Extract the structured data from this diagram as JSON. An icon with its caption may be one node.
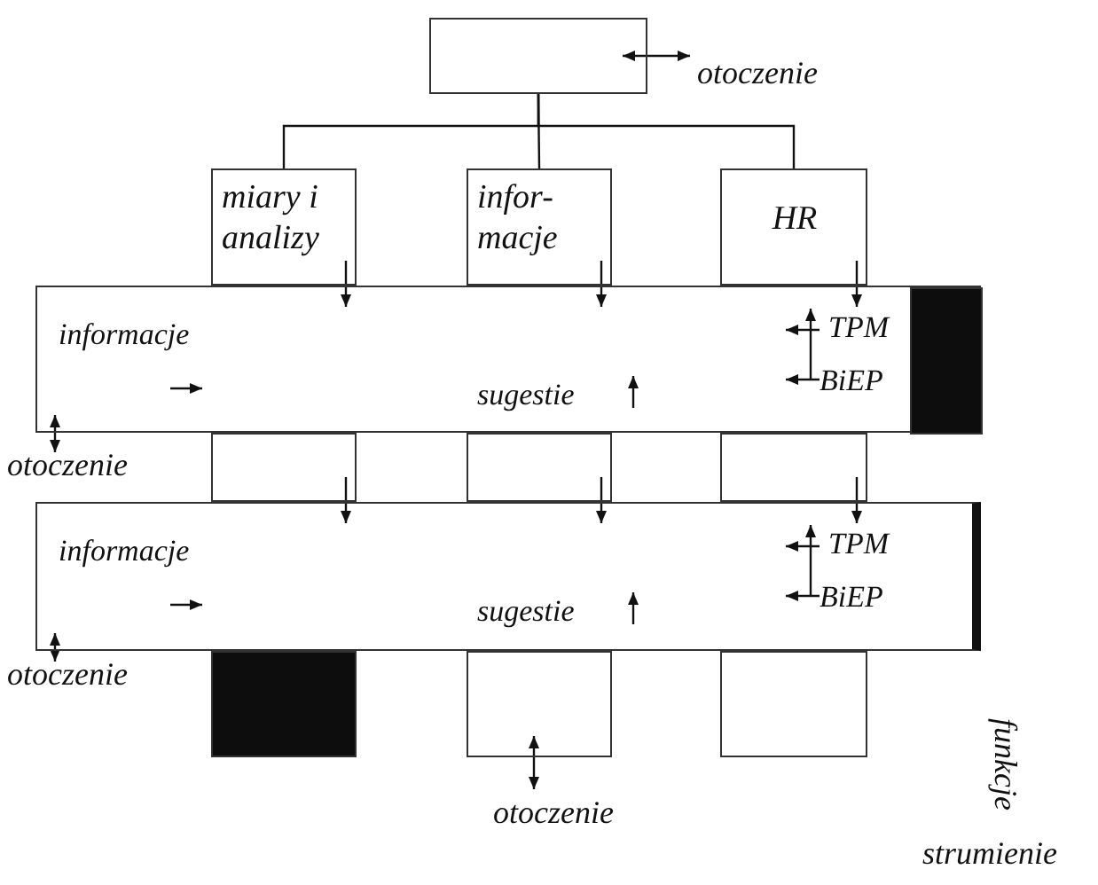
{
  "diagram": {
    "nodes": [
      {
        "text": [],
        "shape": "box"
      },
      {
        "text": [
          "otoczenie"
        ]
      },
      {
        "text": [
          "miary i analizy"
        ]
      },
      {
        "text": [
          "infor- macje"
        ]
      },
      {
        "text": [
          "HR"
        ]
      },
      {
        "text": [
          "informacje",
          "sugestie",
          "TPM",
          "BiEP"
        ]
      },
      {
        "text": [],
        "shape": "bar",
        "in": 5
      },
      {
        "text": [
          "otoczenie"
        ]
      },
      {
        "text": [],
        "shape": "box"
      },
      {
        "text": [],
        "shape": "box"
      },
      {
        "text": [],
        "shape": "box"
      },
      {
        "text": [
          "informacje",
          "sugestie",
          "TPM",
          "BiEP"
        ]
      },
      {
        "text": [
          "otoczenie"
        ]
      },
      {
        "text": [],
        "shape": "bar"
      },
      {
        "text": [],
        "shape": "box"
      },
      {
        "text": [],
        "shape": "box"
      },
      {
        "text": [
          "otoczenie"
        ]
      }
    ],
    "edges": [
      {
        "from": 0,
        "to": 1,
        "arrow": "both"
      },
      {
        "from": 0,
        "to": 2,
        "arrow": "none"
      },
      {
        "from": 0,
        "to": 3,
        "arrow": "none"
      },
      {
        "from": 0,
        "to": 4,
        "arrow": "none"
      },
      {
        "from": 2,
        "to": 5,
        "arrow": "to"
      },
      {
        "from": 3,
        "to": 5,
        "arrow": "to"
      },
      {
        "from": 4,
        "to": 5,
        "arrow": "to"
      },
      {
        "from": 5,
        "to": 7,
        "arrow": "both"
      },
      {
        "from": 8,
        "to": 11,
        "arrow": "to"
      },
      {
        "from": 9,
        "to": 11,
        "arrow": "to"
      },
      {
        "from": 10,
        "to": 11,
        "arrow": "to"
      },
      {
        "from": 11,
        "to": 12,
        "arrow": "both"
      },
      {
        "from": 14,
        "to": 16,
        "arrow": "both"
      }
    ],
    "labels": [
      "funkcje",
      "strumienie"
    ]
  }
}
